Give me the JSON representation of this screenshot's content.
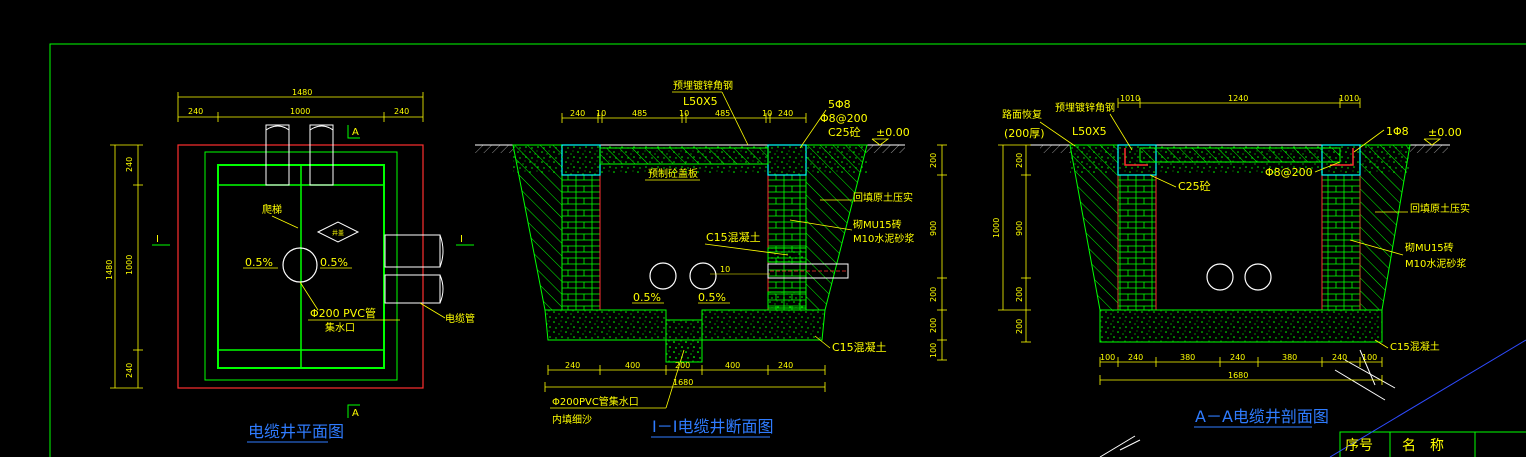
{
  "plan": {
    "title": "电缆井平面图",
    "dim_total_w": "1480",
    "dim_w": [
      "240",
      "1000",
      "240"
    ],
    "dim_total_h": "1480",
    "dim_h": [
      "240",
      "1000",
      "240"
    ],
    "section_mark_a": "A",
    "section_mark_i": "I",
    "label_step_iron": "爬梯",
    "label_cover": "井盖",
    "slope_left": "0.5%",
    "slope_right": "0.5%",
    "label_pvc": "Φ200 PVC管",
    "label_sump": "集水口",
    "label_conduit": "电缆管"
  },
  "section1": {
    "title": "I－I电缆井断面图",
    "label_angle_a": "预埋镀锌角钢",
    "label_angle_b": "L50X5",
    "label_rebar": "5Φ8",
    "label_stirrup": "Φ8@200",
    "label_c25": "C25砼",
    "label_elev": "±0.00",
    "dims_top": [
      "240",
      "10",
      "485",
      "10",
      "485",
      "10",
      "240"
    ],
    "label_slab": "预制砼盖板",
    "label_backfill": "回填原土压实",
    "label_brick": "砌MU15砖",
    "label_mortar": "M10水泥砂浆",
    "label_c15_upper": "C15混凝土",
    "label_ten": "10",
    "slope_left": "0.5%",
    "slope_right": "0.5%",
    "label_c15_base": "C15混凝土",
    "dims_bottom": [
      "240",
      "400",
      "200",
      "400",
      "240"
    ],
    "dim_total": "1680",
    "label_pvc_sump": "Φ200PVC管集水口",
    "label_sand": "内填细沙",
    "dims_right": [
      "200",
      "900",
      "200",
      "200",
      "100"
    ]
  },
  "section2": {
    "title": "A－A电缆井剖面图",
    "label_pavement_a": "路面恢复",
    "label_pavement_b": "(200厚)",
    "label_angle_a": "预埋镀锌角钢",
    "label_angle_b": "L50X5",
    "label_rebar": "1Φ8",
    "label_elev": "±0.00",
    "label_c25": "C25砼",
    "label_stirrup": "Φ8@200",
    "dims_top": [
      "10",
      "10",
      "1240",
      "10",
      "10"
    ],
    "label_backfill": "回填原土压实",
    "label_brick": "砌MU15砖",
    "label_mortar": "M10水泥砂浆",
    "label_c15": "C15混凝土",
    "dims_left_total": "1000",
    "dims_left": [
      "200",
      "900",
      "200",
      "200"
    ],
    "dims_bottom": [
      "100",
      "240",
      "380",
      "240",
      "380",
      "240",
      "100"
    ],
    "dim_total": "1680"
  },
  "title_block": {
    "col_index": "序号",
    "col_name": "名　称"
  },
  "colors": {
    "background": "#000000",
    "frame": "#00ff00",
    "dimension": "#ffff00",
    "wall_edge": "#ff3b3b",
    "conduit": "#ffffff",
    "title_text": "#2f7cff"
  }
}
